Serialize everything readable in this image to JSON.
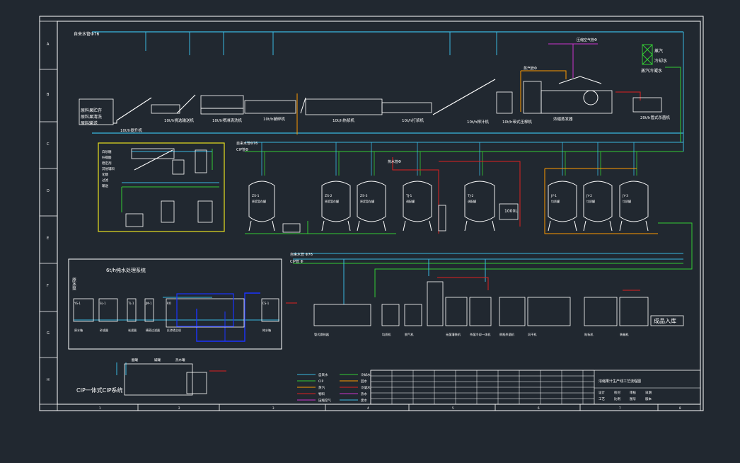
{
  "colors": {
    "background": "#212830",
    "frame": "#ffffff",
    "water_line": "#39b7e0",
    "cip_line": "#33cc33",
    "steam_line": "#ff9a00",
    "product_line": "#e02020",
    "air_line": "#cc33cc",
    "equipment": "#ffffff",
    "highlight_frame": "#e8e020"
  },
  "frame": {
    "row_letters": [
      "A",
      "B",
      "C",
      "D",
      "E",
      "F",
      "G",
      "H"
    ],
    "col_numbers": [
      "1",
      "2",
      "3",
      "4",
      "5",
      "6",
      "7",
      "8"
    ]
  },
  "pipes": {
    "water_top": "自来水管Φ76",
    "cip_mid": "CIP管Φ",
    "water_lower": "自来水管 Φ76",
    "cip_lower": "CIP管 Φ",
    "steam_top": "蒸汽管Φ",
    "air_top": "压缩空气管Φ",
    "product_top": "热水管Φ"
  },
  "process_row1": [
    "10t/h提升机",
    "10t/h挑选输送机",
    "10t/h喷淋清洗机",
    "10t/h破碎机",
    "10t/h热浆机",
    "10t/h打浆机",
    "10t/h榨汁机",
    "10t/h带式压榨机",
    "浓缩蒸发器",
    "20t/h管式杀菌机"
  ],
  "raw_material": [
    "原料果贮存",
    "原料果清洗",
    "原料输送"
  ],
  "top_right_legend": [
    "蒸汽",
    "冷却水"
  ],
  "top_right_caption": "蒸汽冷凝水",
  "tanks_row2": [
    {
      "tag": "ZS-1",
      "desc": "原浆暂存罐"
    },
    {
      "tag": "ZS-2",
      "desc": "原浆暂存罐"
    },
    {
      "tag": "ZS-3",
      "desc": "原浆暂存罐"
    },
    {
      "tag": "TJ-1",
      "desc": "调配罐"
    },
    {
      "tag": "TJ-2",
      "desc": "调配罐"
    },
    {
      "tag": "JY-1",
      "desc": "均质罐"
    },
    {
      "tag": "JY-2",
      "desc": "均质罐"
    },
    {
      "tag": "JY-3",
      "desc": "均质罐"
    }
  ],
  "small_tank": "1000L",
  "inset_box_labels": [
    "白砂糖",
    "柠檬酸",
    "稳定剂",
    "其他辅料",
    "化糖",
    "过滤",
    "输送"
  ],
  "water_treatment": {
    "title": "6t/h纯水处理系统",
    "side_label": "原水泵",
    "units": [
      "原水箱",
      "砂滤器",
      "炭滤器",
      "精密过滤器",
      "反渗透主机",
      "纯水箱"
    ],
    "tags": [
      "YS-1",
      "SL-1",
      "TL-1",
      "JM-1",
      "RO",
      "CS-1"
    ]
  },
  "bottom_row": [
    "管式换热器",
    "均质机",
    "脱气机",
    "无菌灌装机",
    "杀菌冷却一体机",
    "倒瓶杀菌机",
    "风干机",
    "贴标机",
    "装箱机"
  ],
  "warehouse": "成品入库",
  "cip_system": "CIP一体式CIP系统",
  "cip_labels": [
    "酸罐",
    "碱罐",
    "热水罐"
  ],
  "legend": {
    "left": [
      "自来水",
      "CIP",
      "蒸汽",
      "物料",
      "压缩空气"
    ],
    "right": [
      "冷却水",
      "回水",
      "冷凝水",
      "热水",
      "废水"
    ]
  },
  "title_block": {
    "title": "浓缩果汁生产线工艺流程图",
    "rows": [
      [
        "设计",
        "校对",
        "审核",
        "日期"
      ],
      [
        "工艺",
        "比例",
        "图号",
        "版本"
      ]
    ]
  }
}
